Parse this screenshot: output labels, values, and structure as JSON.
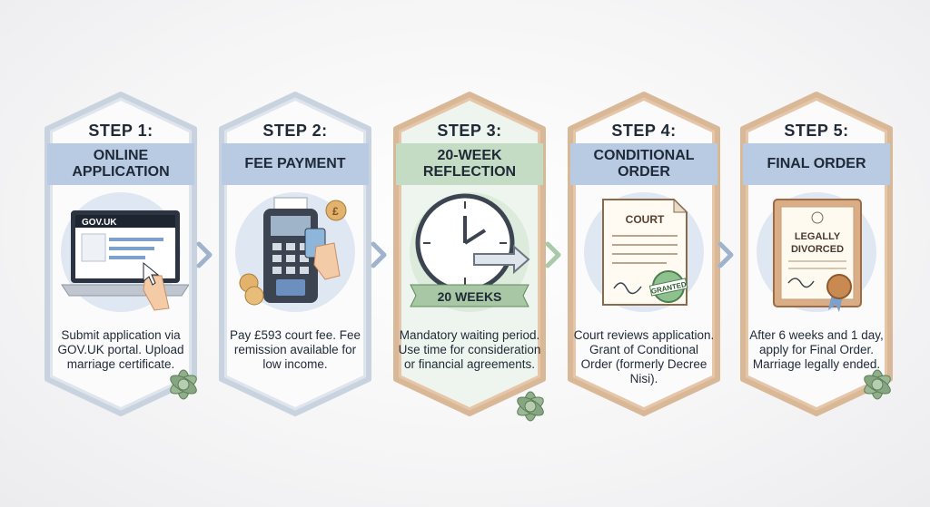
{
  "steps": [
    {
      "title": "STEP 1:",
      "band": "ONLINE APPLICATION",
      "desc": "Submit application via GOV.UK portal. Upload marriage certificate."
    },
    {
      "title": "STEP 2:",
      "band": "FEE PAYMENT",
      "desc": "Pay £593 court fee. Fee remission available for low income."
    },
    {
      "title": "STEP 3:",
      "band": "20-WEEK REFLECTION",
      "desc": "Mandatory waiting period. Use time for consideration or financial agreements."
    },
    {
      "title": "STEP 4:",
      "band": "CONDITIONAL ORDER",
      "desc": "Court reviews application. Grant of Conditional Order (formerly Decree Nisi)."
    },
    {
      "title": "STEP 5:",
      "band": "FINAL ORDER",
      "desc": "After 6 weeks and 1 day, apply for Final Order. Marriage legally ended."
    }
  ],
  "illustrations": {
    "govuk": "GOV.UK",
    "weeks": "20 WEEKS",
    "court": "COURT",
    "granted": "GRANTED",
    "legally": "LEGALLY",
    "divorced": "DIVORCED"
  },
  "colors": {
    "blue_band": "#b9cbe3",
    "green_band": "#c3dcc3",
    "wood": "#d9b898",
    "blue_frame": "#c9d3df",
    "green_frame": "#c9dbc8"
  }
}
